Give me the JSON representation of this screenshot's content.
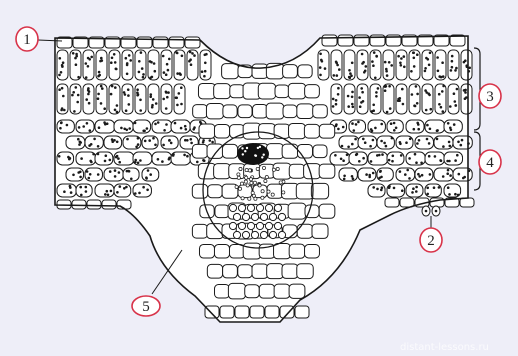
{
  "figure": {
    "background_color": "#eeeef8",
    "cell_stroke_color": "#1a1a1a",
    "label_ring_color": "#d8334a",
    "callouts": [
      {
        "id": "epidermis",
        "number": "1"
      },
      {
        "id": "stoma",
        "number": "2"
      },
      {
        "id": "palisade-mesophyll",
        "number": "3"
      },
      {
        "id": "spongy-mesophyll",
        "number": "4"
      },
      {
        "id": "vascular-bundle",
        "number": "5"
      }
    ],
    "watermark": "distant-lessons.ru"
  }
}
